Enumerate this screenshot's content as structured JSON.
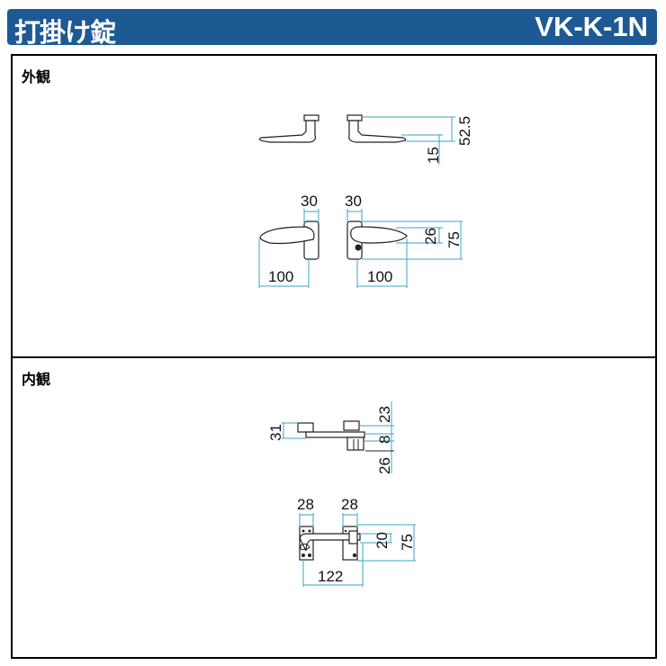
{
  "header": {
    "title": "打掛け錠",
    "model": "VK-K-1N",
    "color": "#1d5a94"
  },
  "sections": {
    "exterior": "外観",
    "interior": "内観"
  },
  "dimensions": {
    "exterior_side": {
      "height": "52.5",
      "offset": "15"
    },
    "exterior_front": {
      "left_width": "30",
      "right_width": "30",
      "left_length": "100",
      "right_length": "100",
      "lever_height": "26",
      "rosette_height": "75"
    },
    "interior_side": {
      "left": "31",
      "top": "23",
      "mid": "8",
      "bottom": "26"
    },
    "interior_front": {
      "left_width": "28",
      "right_width": "28",
      "lever_height": "20",
      "plate_height": "75",
      "total_length": "122"
    }
  },
  "dimension_color": "#3aa6c6"
}
